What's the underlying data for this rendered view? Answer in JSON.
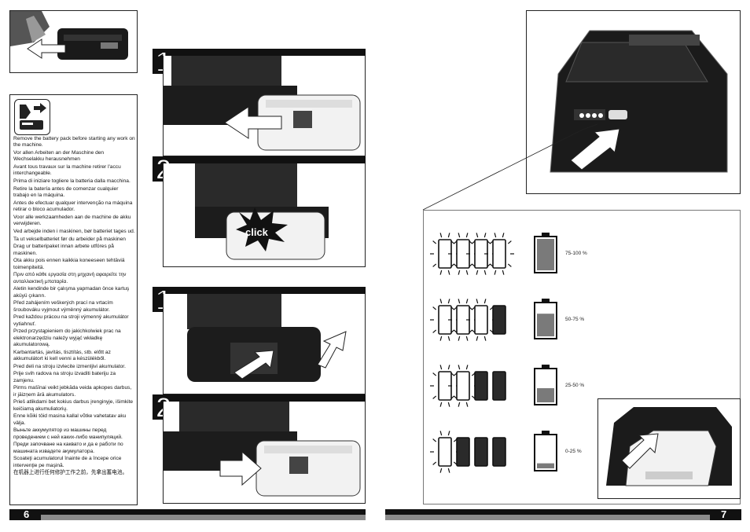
{
  "warnings": [
    "Remove the battery pack before starting any work on the machine.",
    "Vor allen Arbeiten an der Maschine den Wechselakku herausnehmen",
    "Avant tous travaux sur la machine retirer l'accu interchangeable.",
    "Prima di iniziare togliere la batteria dalla macchina.",
    "Retire la batería antes de comenzar cualquier trabajo en la máquina.",
    "Antes de efectuar qualquer intervenção na máquina retirar o bloco acumulador.",
    "Voor alle werkzaamheden aan de machine de akku verwijderen.",
    "Ved arbejde inden i maskinen, bør batteriet tages ud.",
    "Ta ut vekselbatteriet før du arbeider på maskinen",
    "Drag ur batteripaket innan arbete utföres på maskinen.",
    "Ota akku pois ennen kaikkia koneeseen tehtäviä toimenpiteitä.",
    "Πριν από κάθε εργασία στη μηχανή αφαιρείτε την ανταλλακτική μπαταρία.",
    "Aletin kendinde bir çalışma yapmadan önce kartuş aküyü çıkarın.",
    "Před zahájením veškerých prací na vrtacím šroubováku vyjmout výměnný akumulátor.",
    "Pred každou prácou na stroji výmenný akumulátor vytiahnuť.",
    "Przed przystąpieniem do jakichkolwiek prac na elektronarzędziu należy wyjąć wkładkę akumulatorową.",
    "Karbantartás, javítás, tisztítás, stb. előtt az akkumulátort ki kell venni a készülékből.",
    "Pred deli na stroju izvlecite izmenljivi akumulator.",
    "Prije svih radova na stroju izvaditi bateriju za zamjenu.",
    "Pirms mašīnai veikt jebkāda veida apkopes darbus, ir jāizņem ārā akumulators.",
    "Prieš atlikdami bet kokius darbus įrenginyje, išimkite keičiamą akumuliatorių.",
    "Enne kõiki töid masina kallal võtke vahetatav aku välja.",
    "Выньте аккумулятор из машины перед проведением с ней каких-либо манипуляций.",
    "Преди започване на каквато и да е работи по машината извадете акумулатора.",
    "Scoateţi acumulatorul înainte de a începe orice intervenţie pe maşină.",
    "在机器上进行任何修护工作之前，先拿出蓄电池。"
  ],
  "steps": {
    "remove_1": "1",
    "remove_2": "2",
    "insert_1": "1",
    "insert_2": "2",
    "click_label": "click"
  },
  "charge_levels": [
    {
      "label": "75-100 %",
      "lit_leds": 4,
      "fill": 1.0
    },
    {
      "label": "50-75 %",
      "lit_leds": 3,
      "fill": 0.72
    },
    {
      "label": "25-50 %",
      "lit_leds": 2,
      "fill": 0.45
    },
    {
      "label": "0-25 %",
      "lit_leds": 1,
      "fill": 0.16
    }
  ],
  "colors": {
    "dark": "#111111",
    "gauge_fill": "#7a7a7a",
    "footer_grey": "#8c8c8c"
  },
  "pages": {
    "left": "6",
    "right": "7"
  }
}
